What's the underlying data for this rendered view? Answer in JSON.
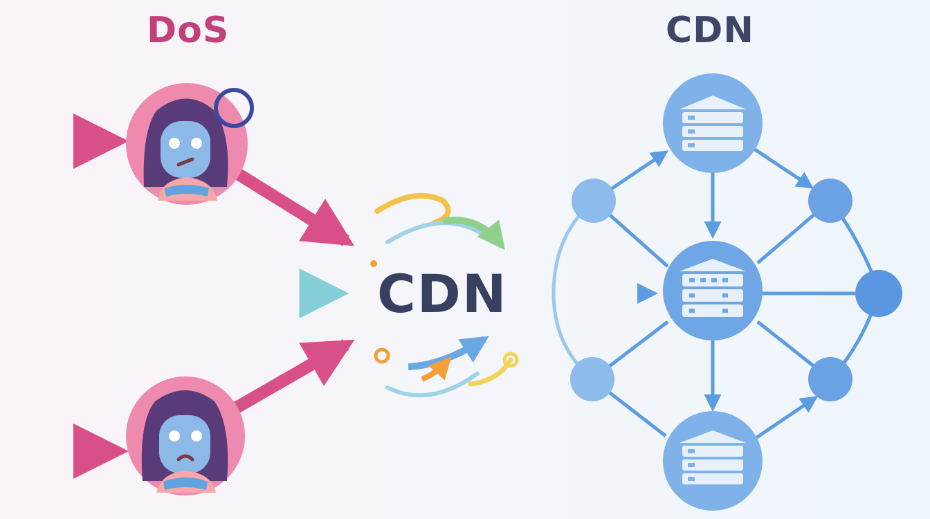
{
  "titles": {
    "dos": "DoS",
    "cdn_network": "CDN",
    "cdn_center": "CDN"
  },
  "colors": {
    "attack": "#d94f87",
    "attack_light": "#ee7fa5",
    "normal_traffic": "#74c3df",
    "network": "#5b9de0",
    "node_fill": "#7db1e8",
    "server_fill": "#8bbcec",
    "text_dark": "#39405f",
    "dos_title": "#c2417a"
  },
  "nodes": {
    "users": [
      "attacker-user-icon",
      "attacker-user-icon"
    ],
    "servers": [
      "server-icon",
      "server-icon",
      "server-icon"
    ],
    "edge_nodes": [
      "edge-node",
      "edge-node",
      "edge-node",
      "edge-node",
      "edge-node"
    ]
  }
}
